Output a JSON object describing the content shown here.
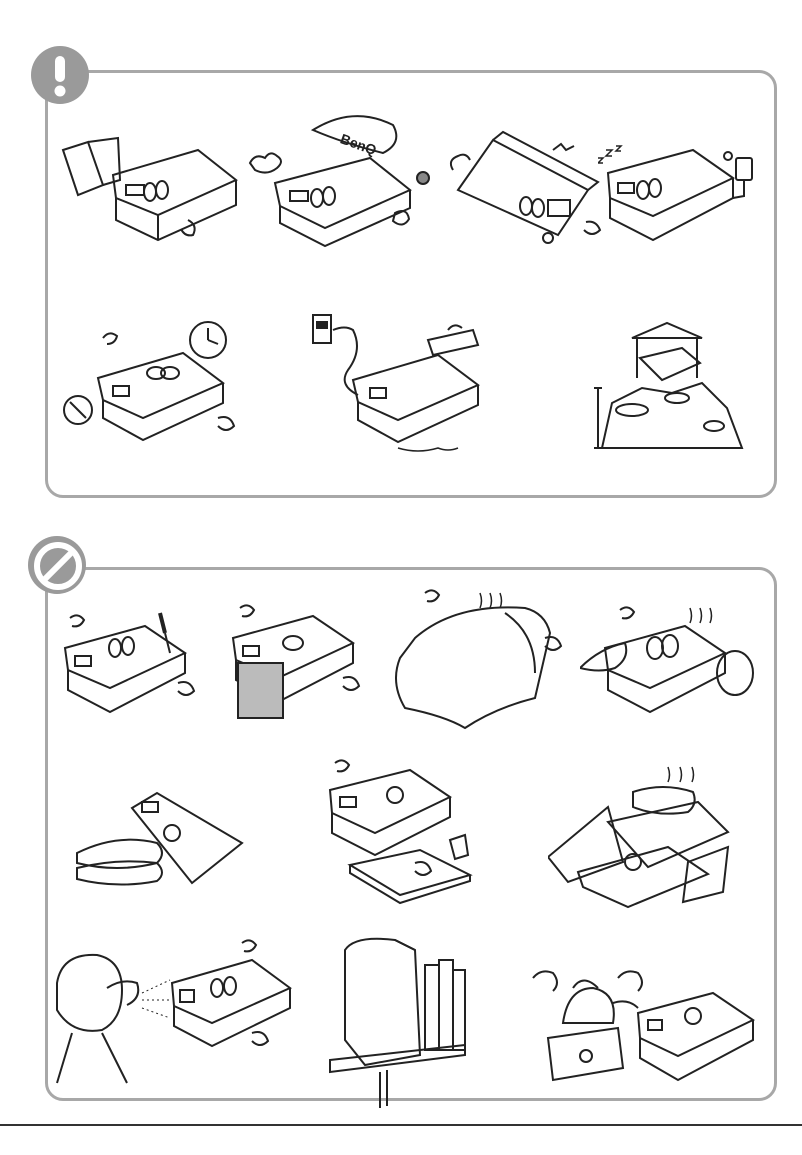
{
  "page": {
    "section_do": {
      "badge_icon": "exclamation-icon",
      "badge_color": "#9a9a9a",
      "illustrations": [
        "projector-with-manual-illustration",
        "projector-with-benq-cap-illustration",
        "projector-on-side-illustration",
        "projector-with-power-adapter-illustration",
        "projector-with-clock-illustration",
        "projector-power-cord-outlet-illustration",
        "projector-high-altitude-illustration"
      ],
      "brand_text": "BenQ"
    },
    "section_dont": {
      "badge_icon": "prohibited-icon",
      "badge_color": "#9a9a9a",
      "illustrations": [
        "projector-screwdriver-illustration",
        "projector-blocked-vent-illustration",
        "projector-covered-cloth-illustration",
        "projector-hand-fan-illustration",
        "projector-on-pillows-illustration",
        "projector-spilled-cup-illustration",
        "projector-under-pile-illustration",
        "person-staring-at-lens-illustration",
        "projector-upright-books-illustration",
        "projector-near-kettle-illustration"
      ]
    }
  }
}
